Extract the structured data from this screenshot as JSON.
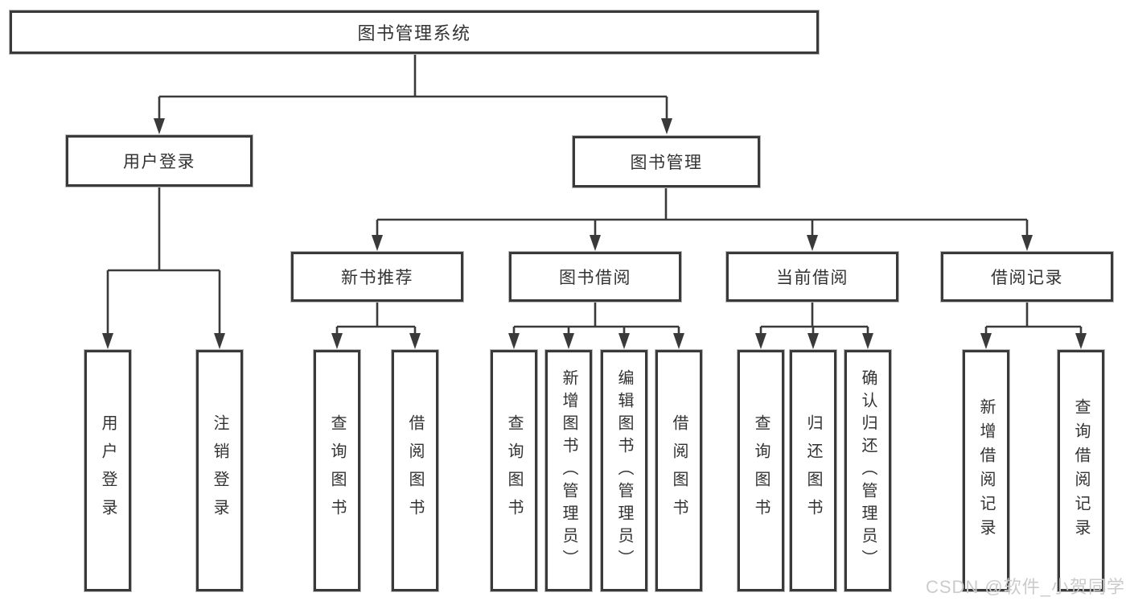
{
  "tree": {
    "root": {
      "label": "图书管理系统"
    },
    "level2": [
      {
        "label": "用户登录",
        "children": [
          "用户登录",
          "注销登录"
        ]
      },
      {
        "label": "图书管理"
      }
    ],
    "level3": [
      {
        "label": "新书推荐",
        "children": [
          "查询图书",
          "借阅图书"
        ]
      },
      {
        "label": "图书借阅",
        "children": [
          "查询图书",
          "新增图书（管理员）",
          "编辑图书（管理员）",
          "借阅图书"
        ]
      },
      {
        "label": "当前借阅",
        "children": [
          "查询图书",
          "归还图书",
          "确认归还（管理员）"
        ]
      },
      {
        "label": "借阅记录",
        "children": [
          "新增借阅记录",
          "查询借阅记录"
        ]
      }
    ]
  },
  "watermark": {
    "text": "CSDN @软件_小贺同学"
  },
  "colors": {
    "line": "#3a3a3a",
    "text": "#333333",
    "watermark": "#cbcbcb",
    "canvas": "#ffffff"
  }
}
